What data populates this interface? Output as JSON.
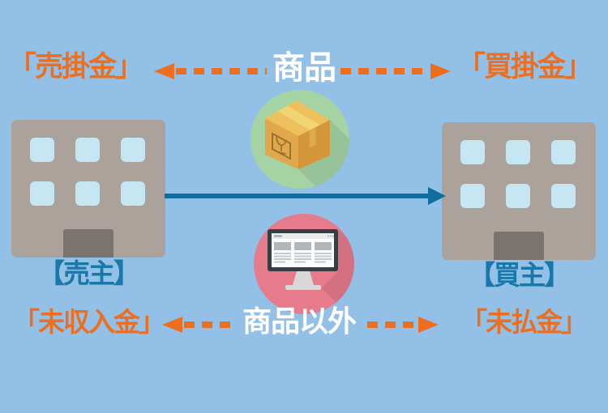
{
  "palette": {
    "background": "#92c0e6",
    "orange": "#ee6e20",
    "white_text": "#ffffff",
    "teal_label": "#1878a8",
    "solid_arrow": "#0e6f9e",
    "building": "#aba29c",
    "window": "#c7e6f4",
    "door": "#7a7370",
    "goods_circle": "#a5d3a4",
    "non_goods_circle": "#e57b8b"
  },
  "top_flow": {
    "left_term": "「売掛金」",
    "item_label": "商品",
    "right_term": "「買掛金」"
  },
  "bottom_flow": {
    "left_term": "「未収入金」",
    "item_label": "商品以外",
    "right_term": "「未払金」"
  },
  "parties": {
    "seller_label": "【売主】",
    "buyer_label": "【買主】"
  },
  "icons": {
    "goods": "package-box-icon",
    "non_goods": "desktop-monitor-icon"
  }
}
